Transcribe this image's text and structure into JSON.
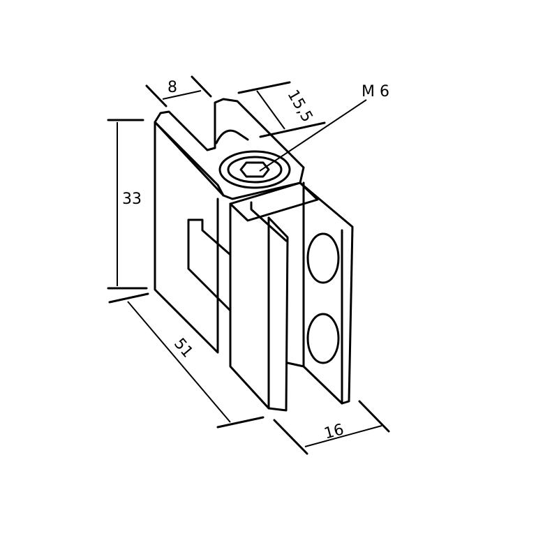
{
  "drawing": {
    "type": "isometric technical drawing",
    "subject": "hinge clamp bracket",
    "colors": {
      "line": "#000000",
      "background": "#ffffff"
    }
  },
  "dimensions": {
    "width_top": "8",
    "slot_depth": "15,5",
    "screw": "M 6",
    "height": "33",
    "length": "51",
    "width_bottom": "16"
  }
}
